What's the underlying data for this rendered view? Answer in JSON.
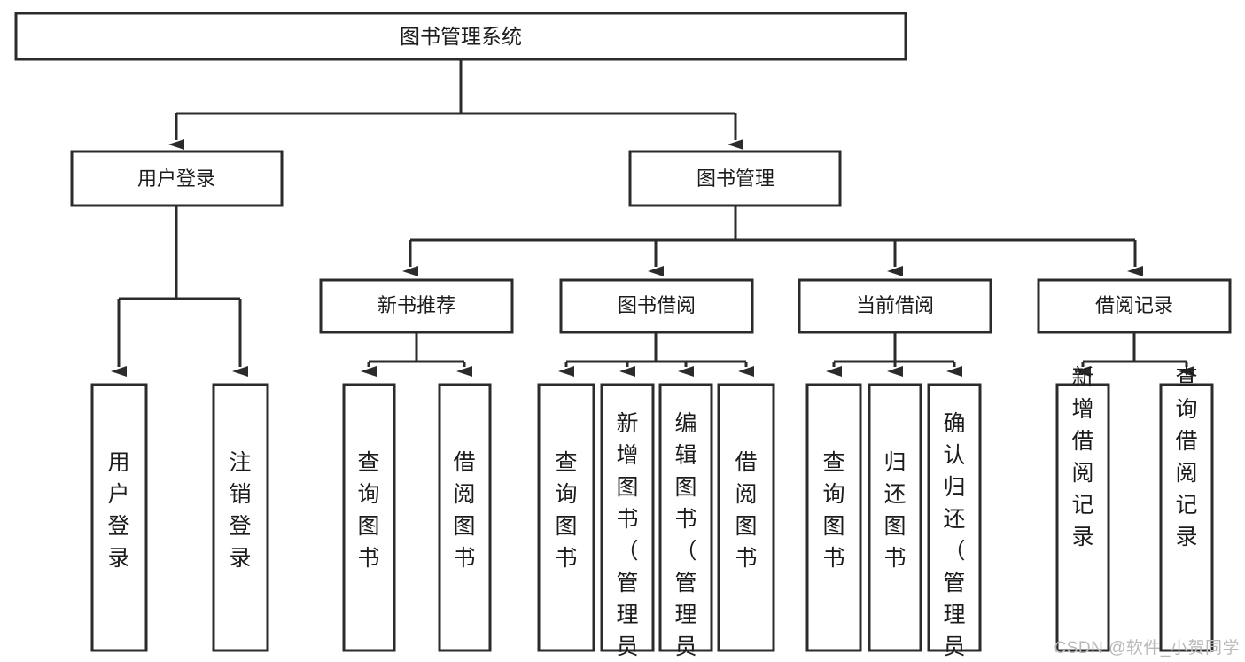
{
  "diagram": {
    "type": "tree-hierarchy-chart",
    "title": "图书管理系统",
    "watermark": "CSDN @软件_小贺同学",
    "colors": {
      "stroke": "#2b2b2b",
      "fill": "#ffffff",
      "text": "#1c1c1c",
      "watermark": "#b9b9b9",
      "background": "#ffffff"
    },
    "levels": [
      {
        "level": 1,
        "nodes": [
          {
            "id": "root",
            "label": "图书管理系统",
            "orientation": "horizontal"
          }
        ]
      },
      {
        "level": 2,
        "nodes": [
          {
            "id": "user-login",
            "label": "用户登录",
            "orientation": "horizontal",
            "parent": "root"
          },
          {
            "id": "book-mgmt",
            "label": "图书管理",
            "orientation": "horizontal",
            "parent": "root"
          }
        ]
      },
      {
        "level": 3,
        "nodes": [
          {
            "id": "new-book-rec",
            "label": "新书推荐",
            "orientation": "horizontal",
            "parent": "book-mgmt"
          },
          {
            "id": "book-borrow",
            "label": "图书借阅",
            "orientation": "horizontal",
            "parent": "book-mgmt"
          },
          {
            "id": "current-borrow",
            "label": "当前借阅",
            "orientation": "horizontal",
            "parent": "book-mgmt"
          },
          {
            "id": "borrow-record",
            "label": "借阅记录",
            "orientation": "horizontal",
            "parent": "book-mgmt"
          }
        ]
      },
      {
        "level": 4,
        "nodes": [
          {
            "id": "leaf-user-login",
            "label": "用户登录",
            "orientation": "vertical",
            "parent": "user-login"
          },
          {
            "id": "leaf-user-logout",
            "label": "注销登录",
            "orientation": "vertical",
            "parent": "user-login"
          },
          {
            "id": "leaf-query-book-1",
            "label": "查询图书",
            "orientation": "vertical",
            "parent": "new-book-rec"
          },
          {
            "id": "leaf-borrow-book-1",
            "label": "借阅图书",
            "orientation": "vertical",
            "parent": "new-book-rec"
          },
          {
            "id": "leaf-query-book-2",
            "label": "查询图书",
            "orientation": "vertical",
            "parent": "book-borrow"
          },
          {
            "id": "leaf-add-book",
            "label": "新增图书（管理员）",
            "orientation": "vertical",
            "parent": "book-borrow"
          },
          {
            "id": "leaf-edit-book",
            "label": "编辑图书（管理员）",
            "orientation": "vertical",
            "parent": "book-borrow"
          },
          {
            "id": "leaf-borrow-book-2",
            "label": "借阅图书",
            "orientation": "vertical",
            "parent": "book-borrow"
          },
          {
            "id": "leaf-query-book-3",
            "label": "查询图书",
            "orientation": "vertical",
            "parent": "current-borrow"
          },
          {
            "id": "leaf-return-book",
            "label": "归还图书",
            "orientation": "vertical",
            "parent": "current-borrow"
          },
          {
            "id": "leaf-confirm-return",
            "label": "确认归还（管理员）",
            "orientation": "vertical",
            "parent": "current-borrow"
          },
          {
            "id": "leaf-add-record",
            "label": "新增借阅记录",
            "orientation": "vertical",
            "parent": "borrow-record"
          },
          {
            "id": "leaf-query-record",
            "label": "查询借阅记录",
            "orientation": "vertical",
            "parent": "borrow-record"
          }
        ]
      }
    ]
  }
}
